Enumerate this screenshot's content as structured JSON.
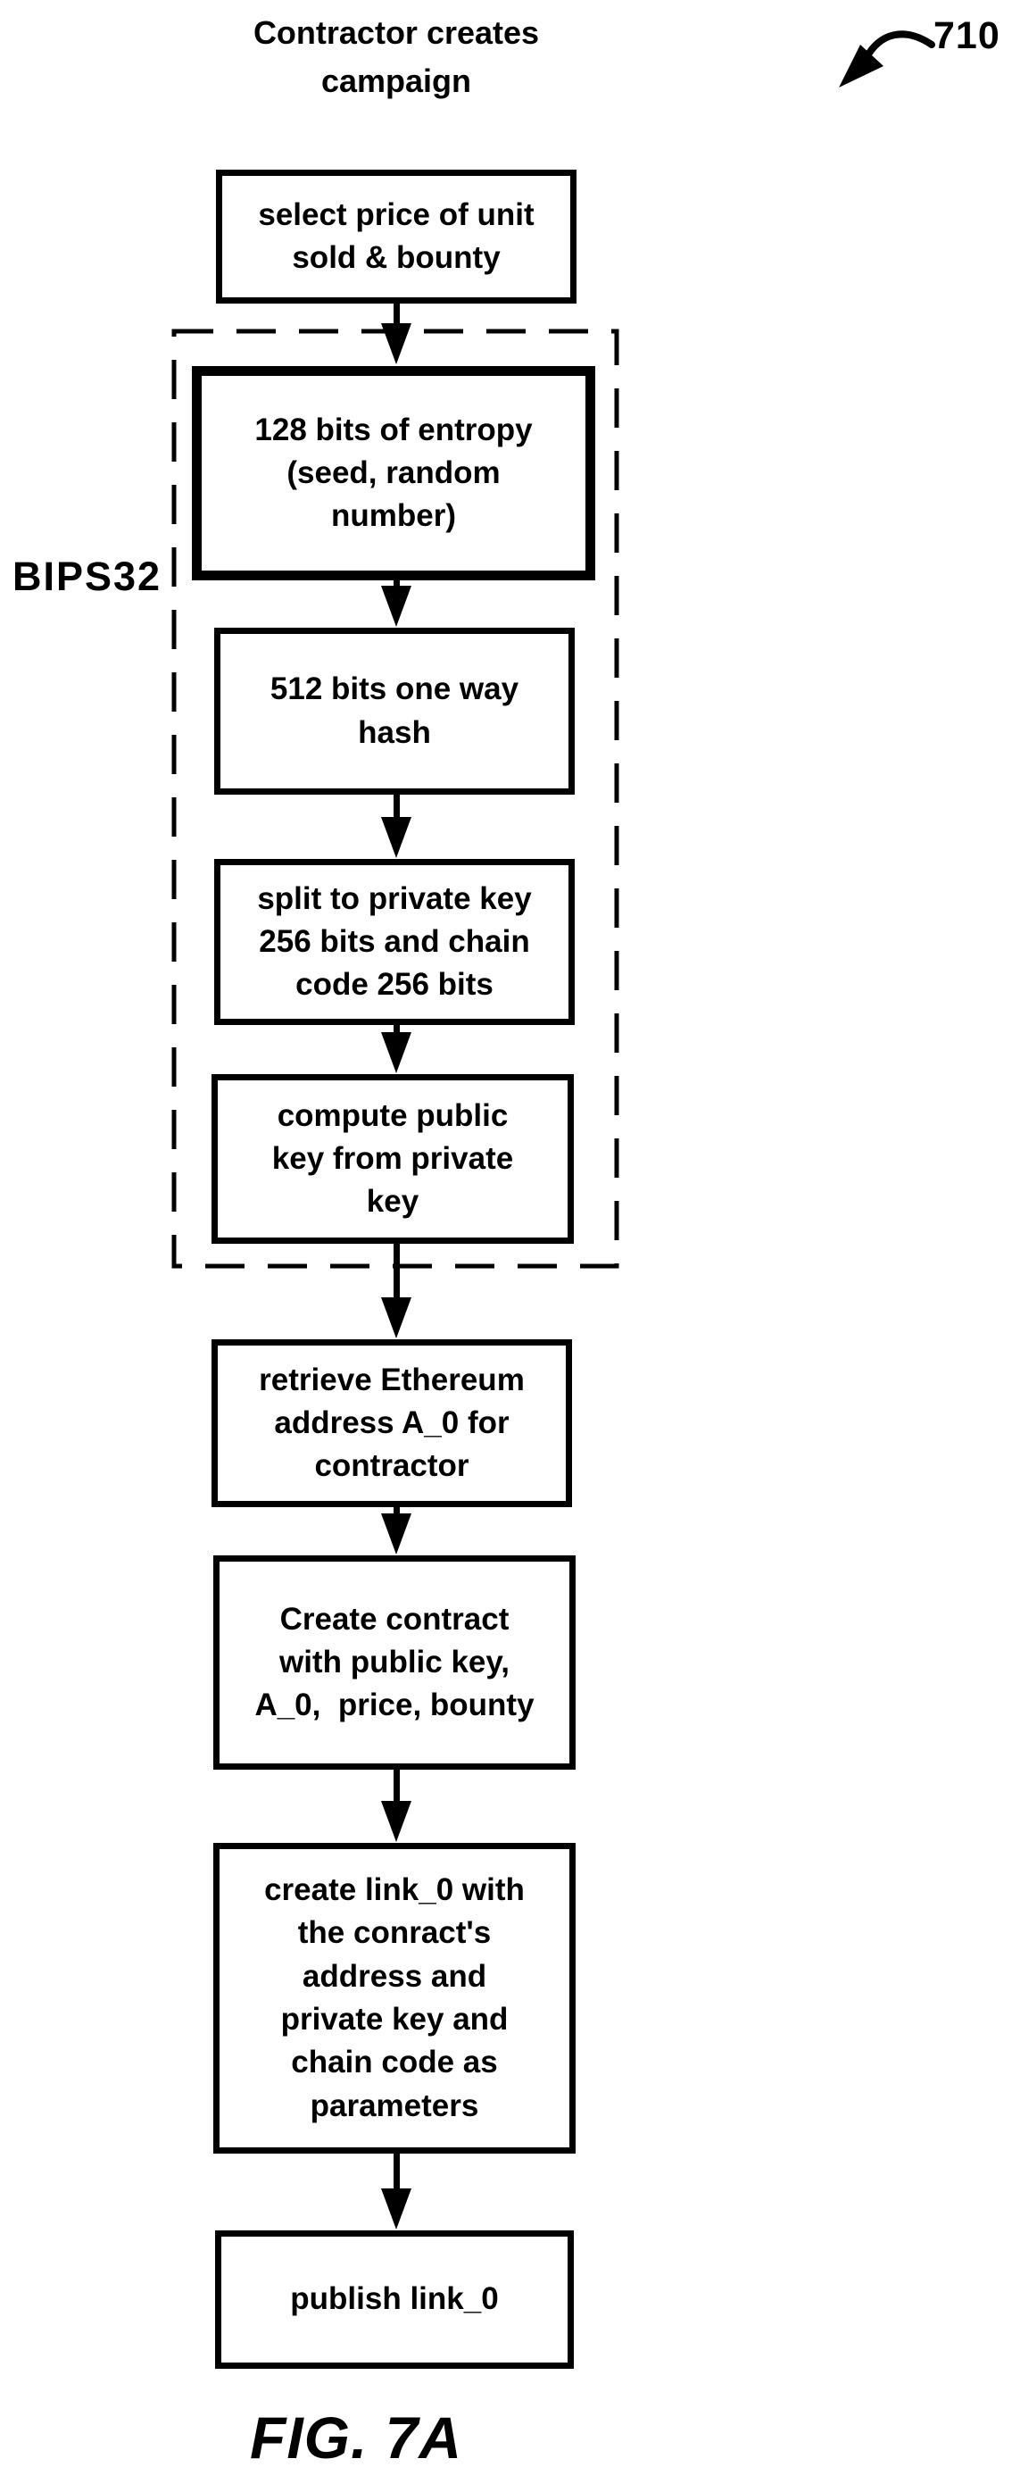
{
  "colors": {
    "ink": "#000000",
    "paper": "#ffffff"
  },
  "header": {
    "title_lines": [
      "Contractor creates",
      "campaign"
    ],
    "reference_number": "710"
  },
  "group": {
    "label": "BIPS32"
  },
  "flow": {
    "boxes": [
      {
        "name": "select-price",
        "lines": [
          "select price of unit",
          "sold & bounty"
        ]
      },
      {
        "name": "entropy",
        "lines": [
          "128 bits of entropy",
          "(seed, random",
          "number)"
        ]
      },
      {
        "name": "one-way-hash",
        "lines": [
          "512 bits one way",
          "hash"
        ]
      },
      {
        "name": "split-key",
        "lines": [
          "split to private key",
          "256 bits and chain",
          "code 256 bits"
        ]
      },
      {
        "name": "compute-public-key",
        "lines": [
          "compute public",
          "key from private",
          "key"
        ]
      },
      {
        "name": "retrieve-address",
        "lines": [
          "retrieve Ethereum",
          "address A_0 for",
          "contractor"
        ]
      },
      {
        "name": "create-contract",
        "lines": [
          "Create contract",
          "with public key,",
          "A_0,  price, bounty"
        ]
      },
      {
        "name": "create-link",
        "lines": [
          "create link_0 with",
          "the conract's",
          "address and",
          "private key and",
          "chain code as",
          "parameters"
        ]
      },
      {
        "name": "publish-link",
        "lines": [
          "publish link_0"
        ]
      }
    ]
  },
  "caption": "FIG. 7A"
}
